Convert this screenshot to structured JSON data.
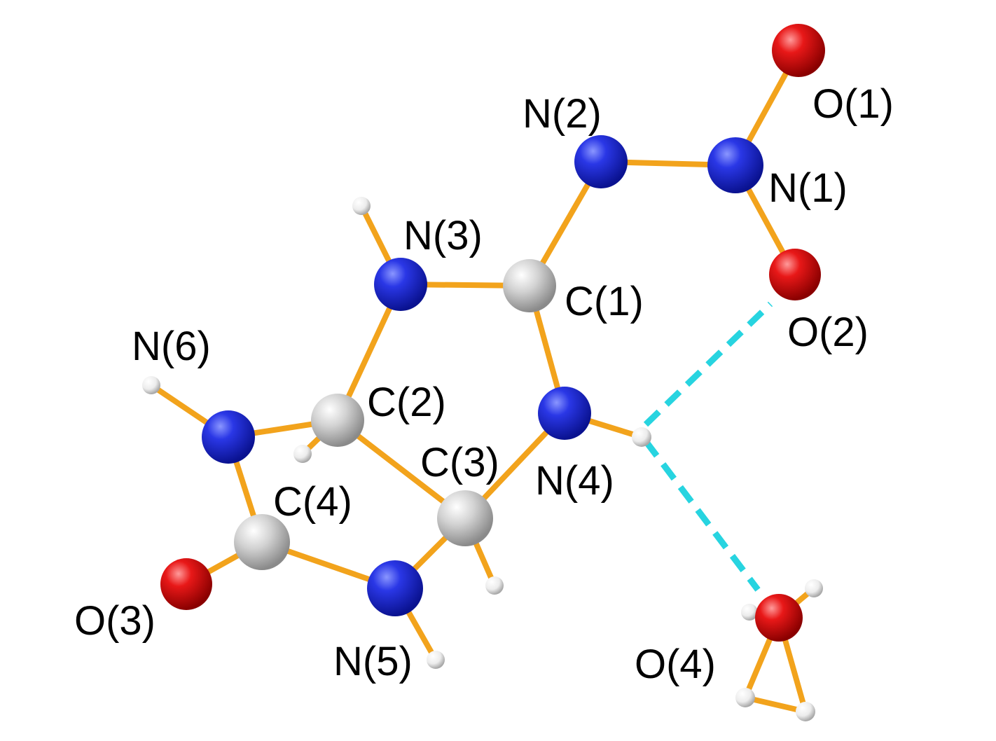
{
  "colors": {
    "background": "#ffffff",
    "bond": "#f2a31c",
    "hydrogen_bond": "#27d4e0",
    "nitrogen": "#1f2ad8",
    "oxygen": "#e01010",
    "carbon": "#b8b8b8",
    "hydrogen": "#e6e6e6",
    "label": "#000000"
  },
  "atoms": [
    {
      "id": "O1",
      "label": "O(1)",
      "element": "O"
    },
    {
      "id": "N1",
      "label": "N(1)",
      "element": "N"
    },
    {
      "id": "N2",
      "label": "N(2)",
      "element": "N"
    },
    {
      "id": "O2",
      "label": "O(2)",
      "element": "O"
    },
    {
      "id": "N3",
      "label": "N(3)",
      "element": "N"
    },
    {
      "id": "C1",
      "label": "C(1)",
      "element": "C"
    },
    {
      "id": "N6",
      "label": "N(6)",
      "element": "N"
    },
    {
      "id": "C2",
      "label": "C(2)",
      "element": "C"
    },
    {
      "id": "C3",
      "label": "C(3)",
      "element": "C"
    },
    {
      "id": "N4",
      "label": "N(4)",
      "element": "N"
    },
    {
      "id": "C4",
      "label": "C(4)",
      "element": "C"
    },
    {
      "id": "O3",
      "label": "O(3)",
      "element": "O"
    },
    {
      "id": "N5",
      "label": "N(5)",
      "element": "N"
    },
    {
      "id": "O4",
      "label": "O(4)",
      "element": "O"
    }
  ],
  "bonds": [
    [
      "O1",
      "N1"
    ],
    [
      "N1",
      "O2"
    ],
    [
      "N1",
      "N2"
    ],
    [
      "N2",
      "C1"
    ],
    [
      "C1",
      "N3"
    ],
    [
      "C1",
      "N4"
    ],
    [
      "N3",
      "C2"
    ],
    [
      "C2",
      "C3"
    ],
    [
      "C3",
      "N4"
    ],
    [
      "C2",
      "N6"
    ],
    [
      "N6",
      "C4"
    ],
    [
      "C4",
      "O3"
    ],
    [
      "C4",
      "N5"
    ],
    [
      "N5",
      "C3"
    ]
  ],
  "hydrogen_bonds": [
    [
      "H-N4",
      "O2"
    ],
    [
      "H-N4",
      "O4"
    ]
  ]
}
